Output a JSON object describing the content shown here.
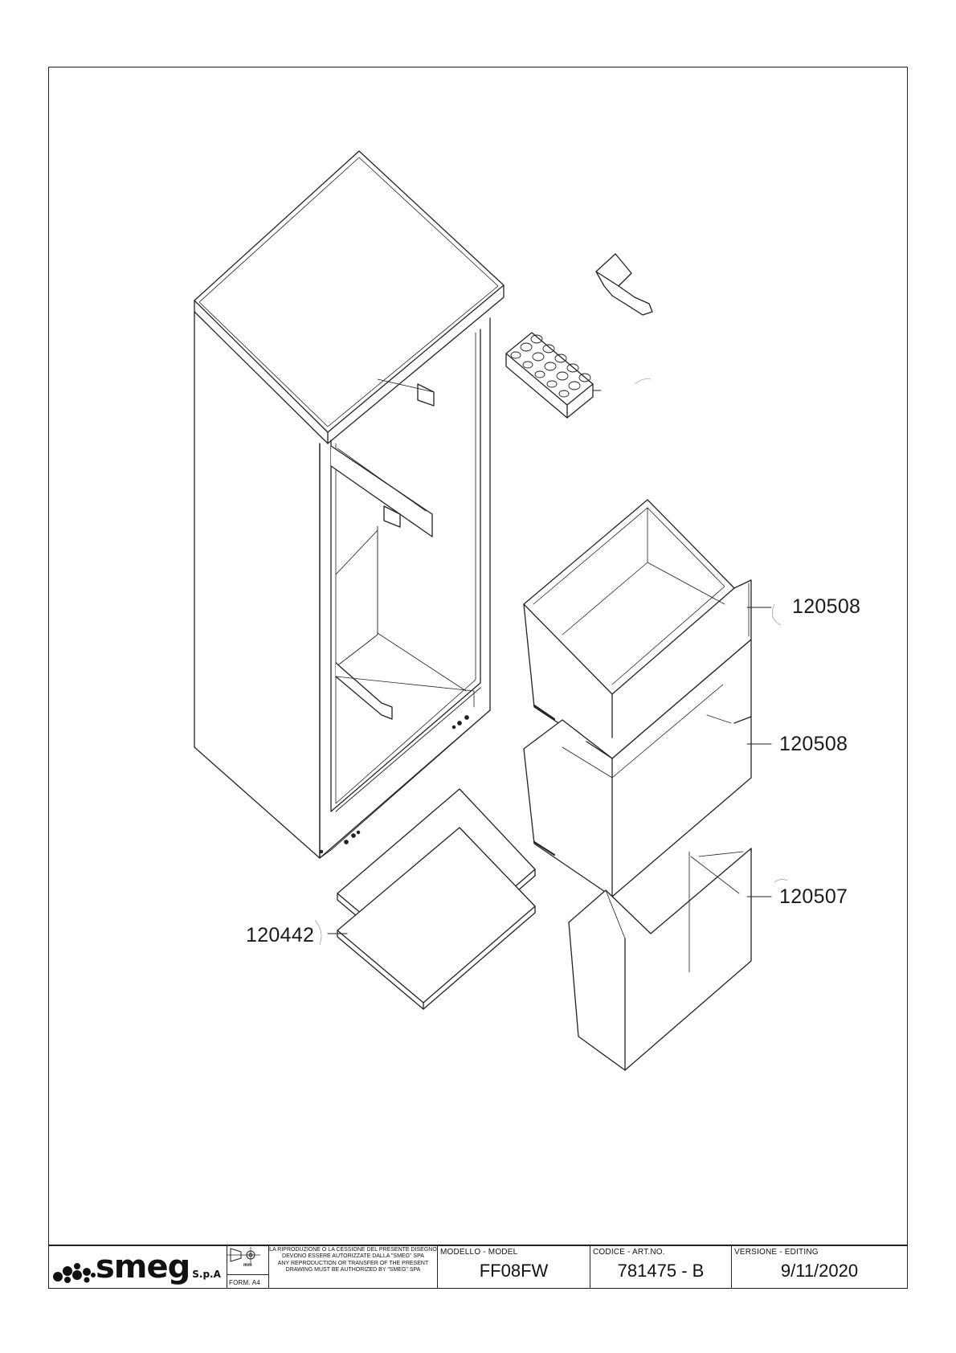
{
  "drawing": {
    "callouts": [
      {
        "id": "crisper-top",
        "label": "120508"
      },
      {
        "id": "crisper-middle",
        "label": "120508"
      },
      {
        "id": "crisper-bottom",
        "label": "120507"
      },
      {
        "id": "shelves",
        "label": "120442"
      }
    ]
  },
  "title_block": {
    "logo_text": "smeg",
    "logo_suffix": "S.p.A",
    "symbol_unit": "mm",
    "form_label": "FORM. A4",
    "notice_it": "LA RIPRODUZIONE O LA CESSIONE DEL PRESENTE DISEGNO DEVONO ESSERE AUTORIZZATE DALLA \"SMEG\" SPA",
    "notice_en": "ANY REPRODUCTION OR TRANSFER OF THE PRESENT DRAWING MUST BE AUTHORIZED BY \"SMEG\" SPA",
    "model_label": "MODELLO - MODEL",
    "model_value": "FF08FW",
    "code_label": "CODICE - ART.NO.",
    "code_value": "781475 - B",
    "version_label": "VERSIONE - EDITING",
    "version_value": "9/11/2020"
  }
}
